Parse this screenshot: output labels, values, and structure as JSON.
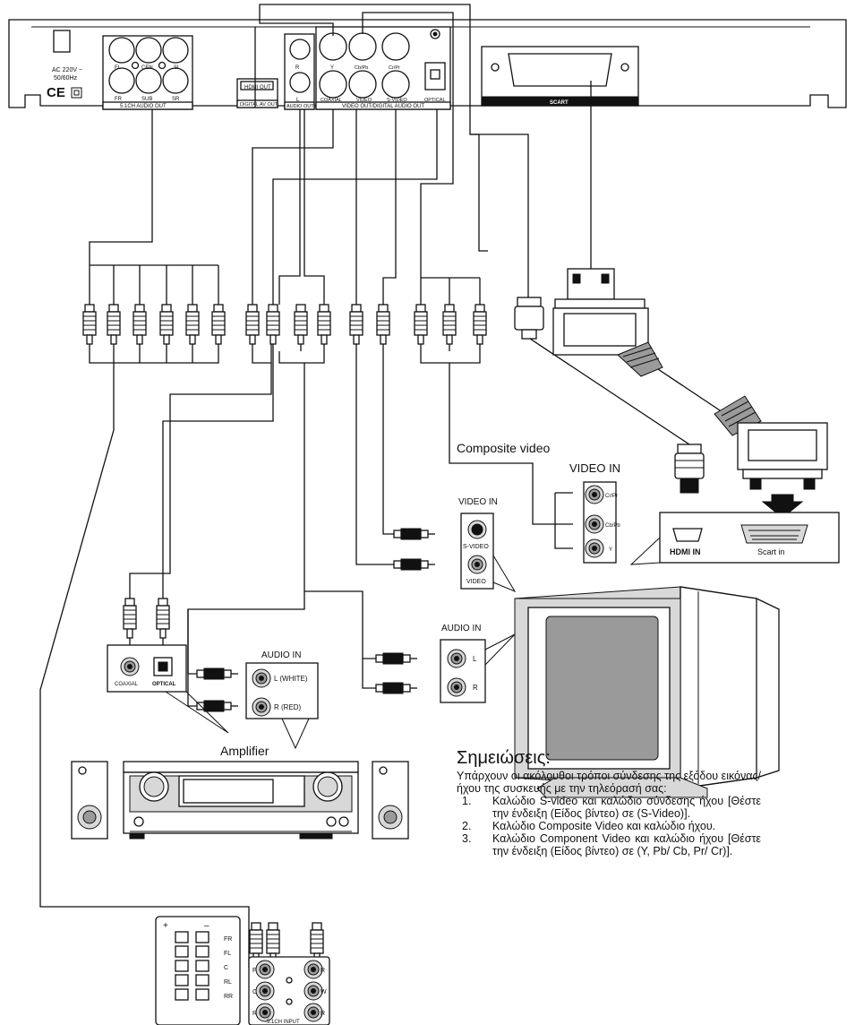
{
  "player": {
    "power_label": "AC 220V ~",
    "power_label_2": "50/60Hz",
    "ce_mark": "CE",
    "audio51": {
      "fl": "FL",
      "cen": "CEN",
      "sl": "SL",
      "fr": "FR",
      "sub": "SUB",
      "sr": "SR",
      "caption": "5.1CH AUDIO OUT"
    },
    "hdmi": {
      "label": "HDMI OUT",
      "caption": "DIGITAL AV OUT"
    },
    "audio_out": {
      "r": "R",
      "l": "L",
      "caption": "AUDIO OUT"
    },
    "video_out": {
      "y": "Y",
      "cb": "Cb/Pb",
      "cr": "Cr/Pr",
      "coaxial": "COAXIAL",
      "video": "VIDEO",
      "svideo": "S-VIDEO",
      "optical": "OPTICAL",
      "caption": "VIDEO OUT/DIGITAL AUDIO OUT"
    },
    "scart": "SCART"
  },
  "labels": {
    "composite_video": "Composite video",
    "video_in_component": "VIDEO IN",
    "video_in_sv": "VIDEO IN",
    "s_video": "S-VIDEO",
    "video": "VIDEO",
    "cr_pr": "Cr/Pr",
    "cb_pb": "Cb/Pb",
    "y": "Y",
    "hdmi_in": "HDMI IN",
    "scart_in": "Scart  in",
    "audio_in_tv": "AUDIO IN",
    "tv_l": "L",
    "tv_r": "R",
    "audio_in_amp": "AUDIO IN",
    "l_white": "L (WHITE)",
    "r_red": "R (RED)",
    "coaxial": "COAXIAL",
    "optical": "OPTICAL",
    "amplifier": "Amplifier"
  },
  "speakers": {
    "plus": "+",
    "minus": "–",
    "rows": [
      "FR",
      "FL",
      "C",
      "RL",
      "RR"
    ],
    "input_caption": "5.1CH INPUT",
    "jacks": [
      "F",
      "R",
      "C",
      "W",
      "R",
      "R"
    ]
  },
  "notes": {
    "title": "Σημειώσεις:",
    "intro": "Υπάρχουν οι ακόλουθοι τρόποι σύνδεσης της εξόδου εικόνας/ ήχου της συσκευής με την τηλεόρασή σας:",
    "items": [
      {
        "num": "1.",
        "text": "Καλώδιο S-video και καλώδιο σύνδεσης ήχου [Θέστε την ένδειξη (Είδος βίντεο) σε (S-Video)]."
      },
      {
        "num": "2.",
        "text": "Καλώδιο Composite Video και καλώδιο ήχου."
      },
      {
        "num": "3.",
        "text": "Καλώδιο Component Video και καλώδιο ήχου [Θέστε την ένδειξη (Είδος βίντεο) σε (Y, Pb/ Cb, Pr/ Cr)]."
      }
    ]
  }
}
